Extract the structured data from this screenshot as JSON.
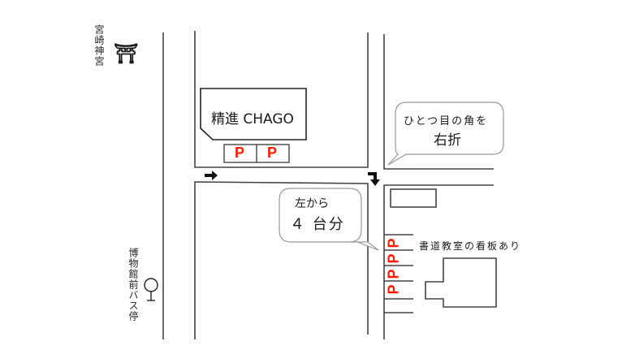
{
  "landmarks": {
    "shrine_label": "宮崎神宮",
    "shrine_symbol": "⛩",
    "bus_stop_label": "博物館前バス停",
    "shop_name": "精進 CHAGO",
    "sign_note": "書道教室の看板あり"
  },
  "callouts": {
    "turn": {
      "line1": "ひとつ目の角を",
      "line2": "右折"
    },
    "parking": {
      "line1": "左から",
      "line2": "４ 台分"
    }
  },
  "parking": {
    "symbol": "P",
    "shop_spaces": 2,
    "lot_spaces": 4,
    "color": "#ff1a00"
  },
  "icons": {
    "shrine": "torii-icon",
    "bus_stop": "bus-stop-icon",
    "arrow_right": "arrow-right-icon",
    "arrow_turn": "turn-right-down-icon"
  }
}
